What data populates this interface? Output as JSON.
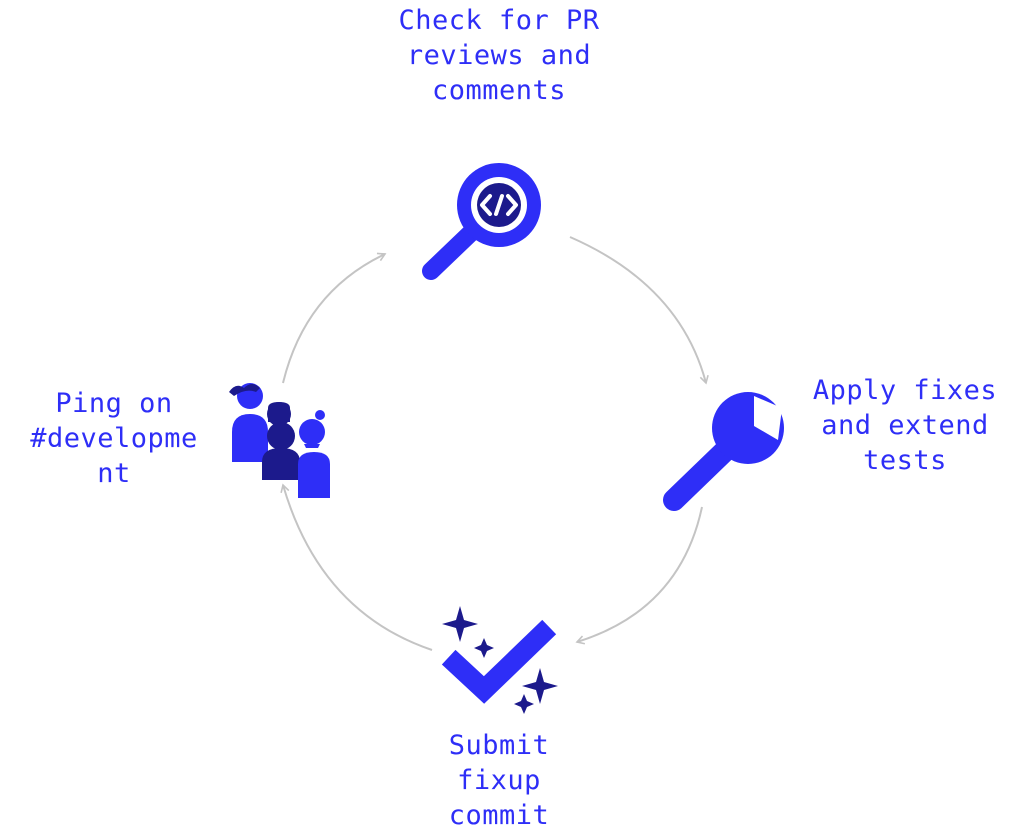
{
  "colors": {
    "accent": "#2e2ef7",
    "accent_dark": "#1c1a8c",
    "connector": "#c4c4c4",
    "background": "#ffffff"
  },
  "steps": [
    {
      "label": "Check for PR\nreviews and\ncomments",
      "icon": "magnifier-code-icon"
    },
    {
      "label": "Apply fixes\nand extend\ntests",
      "icon": "wrench-icon"
    },
    {
      "label": "Submit\nfixup\ncommit",
      "icon": "sparkle-check-icon"
    },
    {
      "label": "Ping on\n#developme\nnt",
      "icon": "people-group-icon"
    }
  ]
}
